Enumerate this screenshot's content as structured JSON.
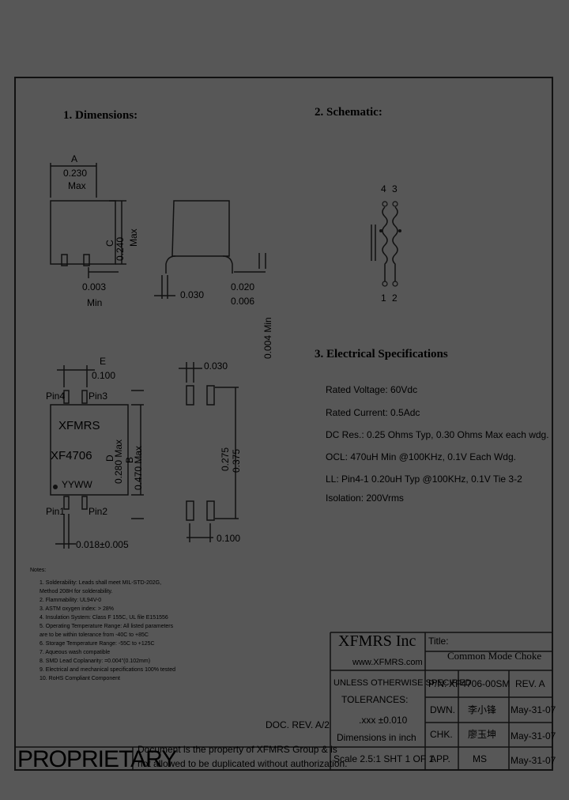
{
  "sections": {
    "dimensions": "1. Dimensions:",
    "schematic": "2. Schematic:",
    "electrical": "3. Electrical Specifications"
  },
  "dims": {
    "A": "A",
    "A_val": "0.230",
    "A_max": "Max",
    "C": "C",
    "C_val": "0.240",
    "C_max": "Max",
    "d003": "0.003",
    "d003_min": "Min",
    "d030a": "0.030",
    "d020": "0.020",
    "d006": "0.006",
    "d004": "0.004 Min",
    "E": "E",
    "E_val": "0.100",
    "pin4": "Pin4",
    "pin3": "Pin3",
    "pin1": "Pin1",
    "pin2": "Pin2",
    "brand": "XFMRS",
    "part": "XF4706",
    "date_code": "YYWW",
    "D": "D",
    "D_val": "0.280 Max",
    "B": "B",
    "B_val": "0.470 Max",
    "d018": "0.018±0.005",
    "d030b": "0.030",
    "d275": "0.275",
    "d375": "0.375",
    "d100": "0.100"
  },
  "schematic": {
    "pin_top_left": "4",
    "pin_top_right": "3",
    "pin_bot_left": "1",
    "pin_bot_right": "2"
  },
  "specs": [
    "Rated Voltage: 60Vdc",
    "Rated Current: 0.5Adc",
    "DC Res.: 0.25 Ohms Typ, 0.30 Ohms Max each wdg.",
    "OCL: 470uH Min @100KHz, 0.1V Each Wdg.",
    "LL: Pin4-1 0.20uH Typ @100KHz, 0.1V Tie 3-2",
    "Isolation: 200Vrms"
  ],
  "notes_title": "Notes:",
  "notes": [
    "1. Solderability: Leads shall meet MIL-STD-202G,",
    "    Method 208H for solderability.",
    "2. Flammability: UL94V-0",
    "3. ASTM oxygen index: > 28%",
    "4. Insulation System: Class F 155C, UL file E151556",
    "5. Operating Temperature Range: All listed parameters",
    "    are to be within tolerance from -40C to +85C",
    "6. Storage Temperature Range: -55C to +125C",
    "7. Aqueous wash compatible",
    "8. SMD Lead Coplanarity: =0.004\"(0.102mm)",
    "9. Electrical and mechanical specifications 100% tested",
    "10. RoHS Compliant Component"
  ],
  "title_block": {
    "company": "XFMRS Inc",
    "website": "www.XFMRS.com",
    "title_label": "Title:",
    "title": "Common Mode Choke",
    "unless": "UNLESS OTHERWISE SPECIFIED",
    "tolerances": "TOLERANCES:",
    "tol_val": ".xxx  ±0.010",
    "dims_in": "Dimensions in inch",
    "pn_label": "P/N:",
    "pn": "XF4706-00SM",
    "rev": "REV. A",
    "dwn_label": "DWN.",
    "dwn_sig": "李小锋",
    "dwn_date": "May-31-07",
    "chk_label": "CHK.",
    "chk_sig": "廖玉坤",
    "chk_date": "May-31-07",
    "app_label": "APP.",
    "app": "MS",
    "app_date": "May-31-07",
    "scale": "Scale 2.5:1 SHT 1 OF 1",
    "doc_rev": "DOC. REV. A/2",
    "proprietary": "PROPRIETARY",
    "prop_text_1": "Document is the property of XFMRS Group & is",
    "prop_text_2": "not allowed to be duplicated without authorization."
  }
}
